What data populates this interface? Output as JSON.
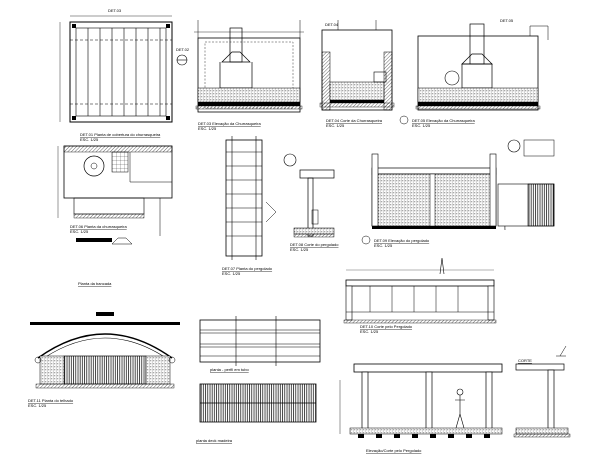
{
  "sheet": {
    "background": "#ffffff",
    "ink": "#000000"
  },
  "views": {
    "v1": {
      "title": "DET.01 Planta de cobertura do churrasqueira",
      "scale": "ESC. 1/25"
    },
    "v2": {
      "title": "DET.03 Elevação da Churrasqueira",
      "scale": "ESC. 1/25"
    },
    "v3": {
      "title": "DET.04 Corte da Churrasqueira",
      "scale": "ESC. 1/25"
    },
    "v4": {
      "title": "DET.05 Elevação da Churrasqueira",
      "scale": "ESC. 1/25"
    },
    "v5": {
      "title": "DET.06 Planta da churrasqueira",
      "scale": "ESC. 1/25"
    },
    "v5b": {
      "title": "Planta da bancada"
    },
    "v6": {
      "title": "DET.07 Planta do pergolado",
      "scale": "ESC. 1/25"
    },
    "v7": {
      "title": "DET.08 Corte do pergolado",
      "scale": "ESC. 1/25"
    },
    "v8": {
      "title": "DET.09 Elevação do pergolado",
      "scale": "ESC. 1/25"
    },
    "v9": {
      "title": "DET.10 Corte pelo Pergolado",
      "scale": "ESC. 1/25"
    },
    "v10": {
      "title": "DET.11 Planta do telhado",
      "scale": "ESC. 1/25"
    },
    "v11": {
      "title": "planta - perfil em tubo"
    },
    "v12": {
      "title": "planta deck madeira"
    },
    "v13": {
      "title": "Elevação/Corte pelo Pergolado"
    },
    "v14": {
      "title": "CORTE"
    }
  },
  "markers": {
    "det_a": "DET.02",
    "det_b": "DET.03",
    "det_c": "DET.04",
    "det_d": "DET.05"
  }
}
